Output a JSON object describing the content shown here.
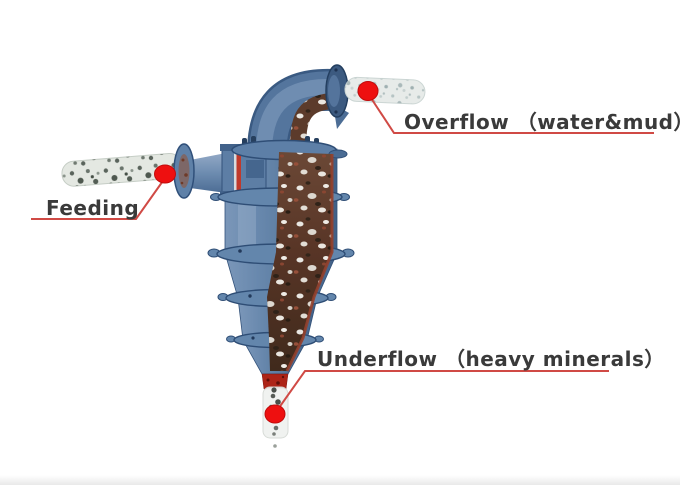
{
  "labels": {
    "feeding": "Feeding",
    "overflow": "Overflow （water&mud）",
    "underflow": "Underflow （heavy minerals）"
  },
  "markers": {
    "feeding_point": "feed inlet",
    "overflow_point": "overflow outlet",
    "underflow_point": "underflow outlet"
  },
  "colors": {
    "marker_red": "#ee1010",
    "leader_line": "#d04a45",
    "label_text": "#3a3a3a",
    "body_blue": "#5d7ea5",
    "body_blue_dark": "#3a5a82",
    "cutaway_brown": "#5c3b2b",
    "tip_red": "#ad2417",
    "pipe_light": "#e7ebe9",
    "background": "#ffffff"
  }
}
